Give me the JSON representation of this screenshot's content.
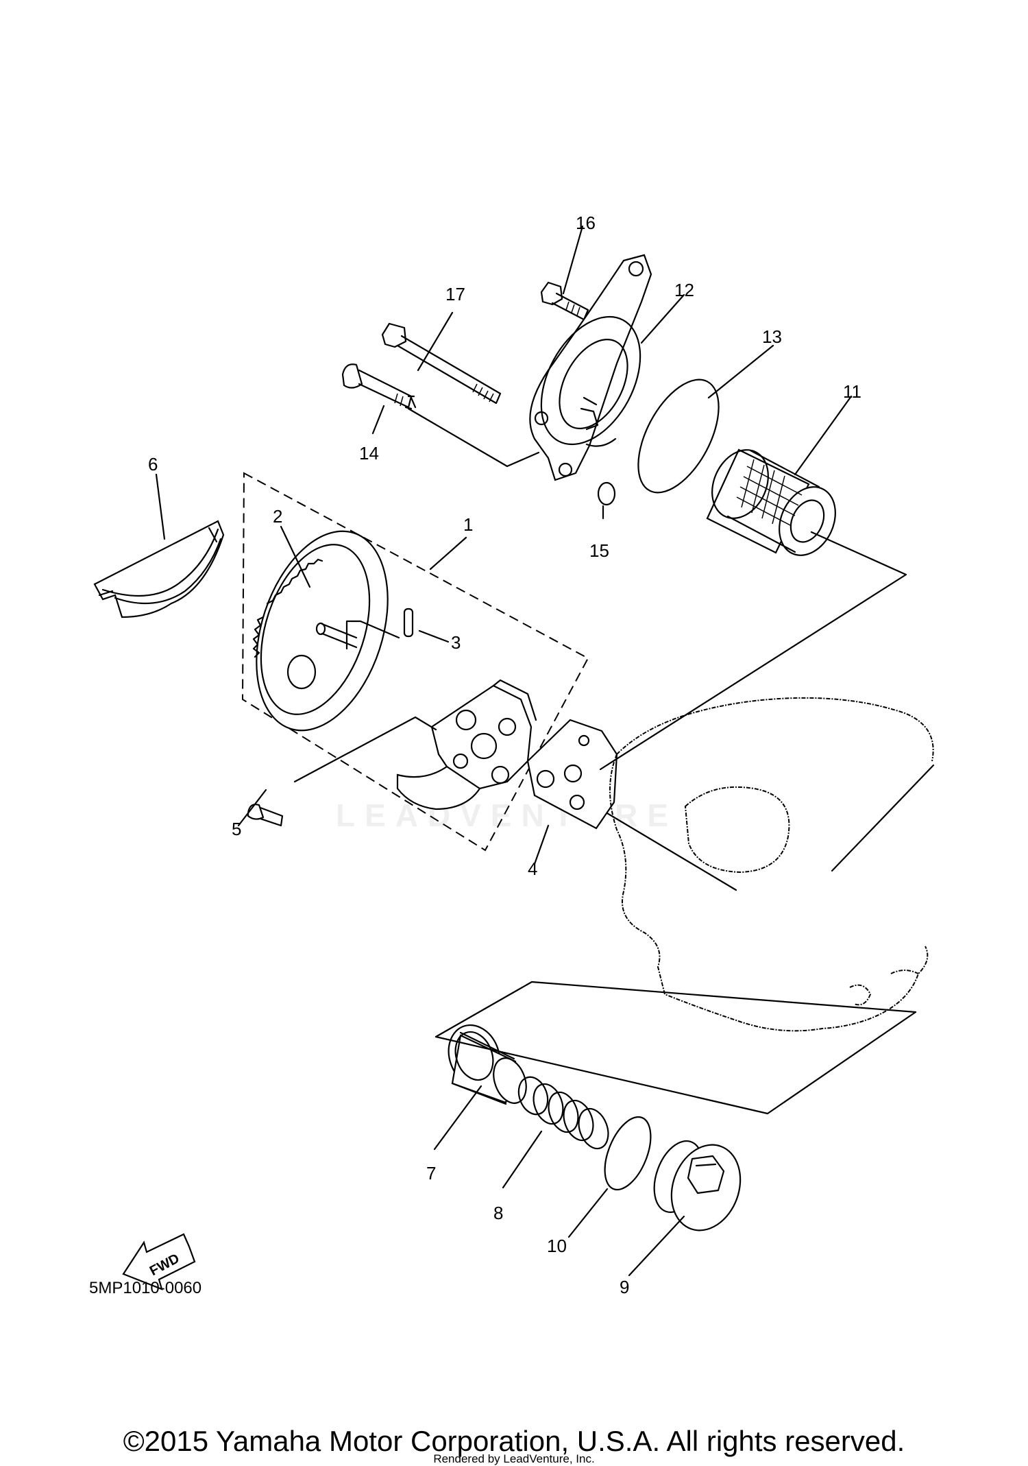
{
  "callouts": {
    "c1": "1",
    "c2": "2",
    "c3": "3",
    "c4": "4",
    "c5": "5",
    "c6": "6",
    "c7": "7",
    "c8": "8",
    "c9": "9",
    "c10": "10",
    "c11": "11",
    "c12": "12",
    "c13": "13",
    "c14": "14",
    "c15": "15",
    "c16": "16",
    "c17": "17"
  },
  "diagram_code": "5MP1010-0060",
  "fwd_label": "FWD",
  "watermark": "LEADVENTURE",
  "copyright": "©2015 Yamaha Motor Corporation, U.S.A. All rights reserved.",
  "rendered_by": "Rendered by LeadVenture, Inc."
}
